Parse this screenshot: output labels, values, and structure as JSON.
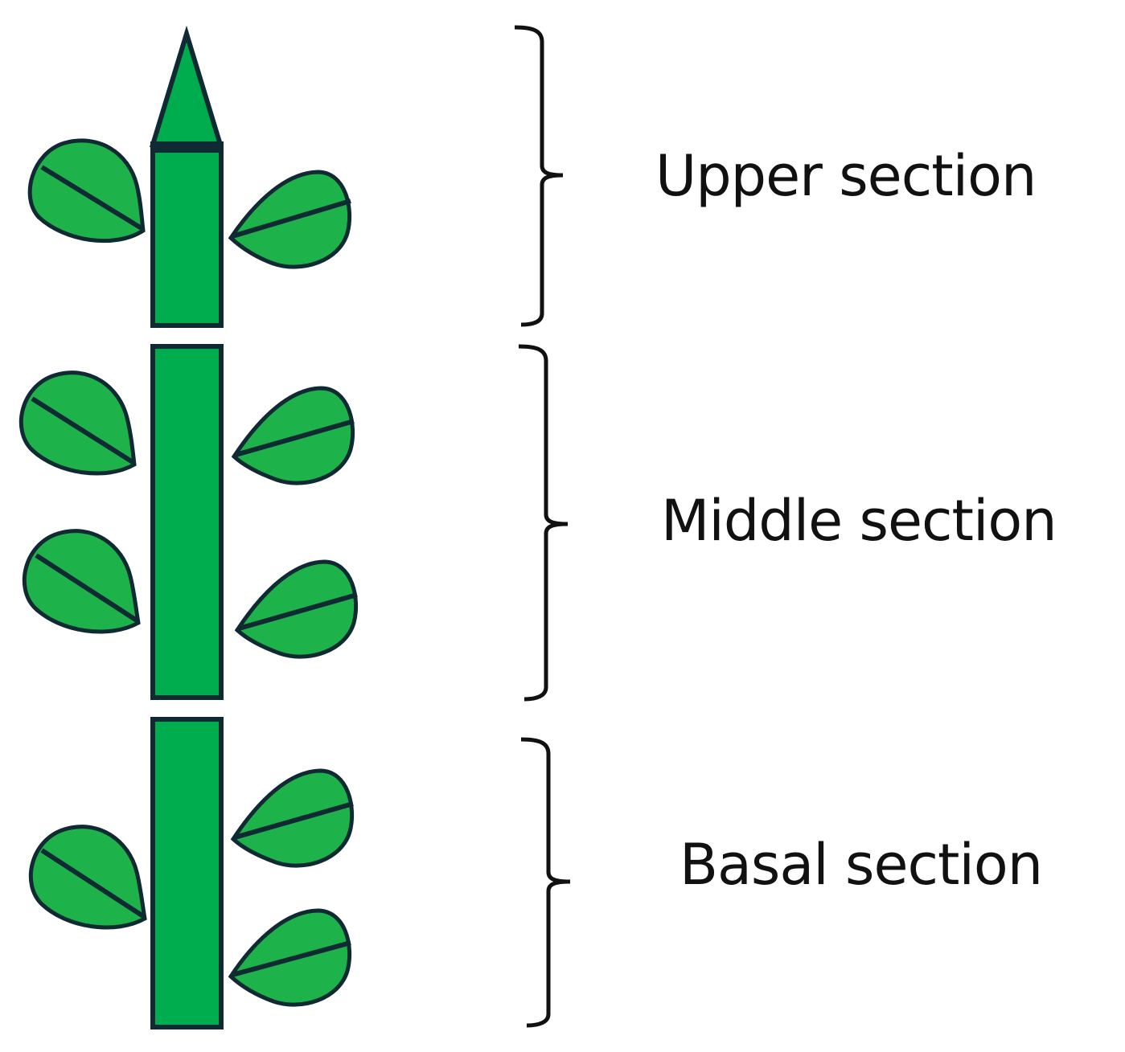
{
  "colors": {
    "leaf_fill": "#1db34a",
    "stem_fill": "#00ad4e",
    "outline": "#0f2a33",
    "bracket": "#111111",
    "background": "#ffffff"
  },
  "sections": [
    {
      "id": "upper",
      "label": "Upper section"
    },
    {
      "id": "middle",
      "label": "Middle section"
    },
    {
      "id": "basal",
      "label": "Basal section"
    }
  ]
}
